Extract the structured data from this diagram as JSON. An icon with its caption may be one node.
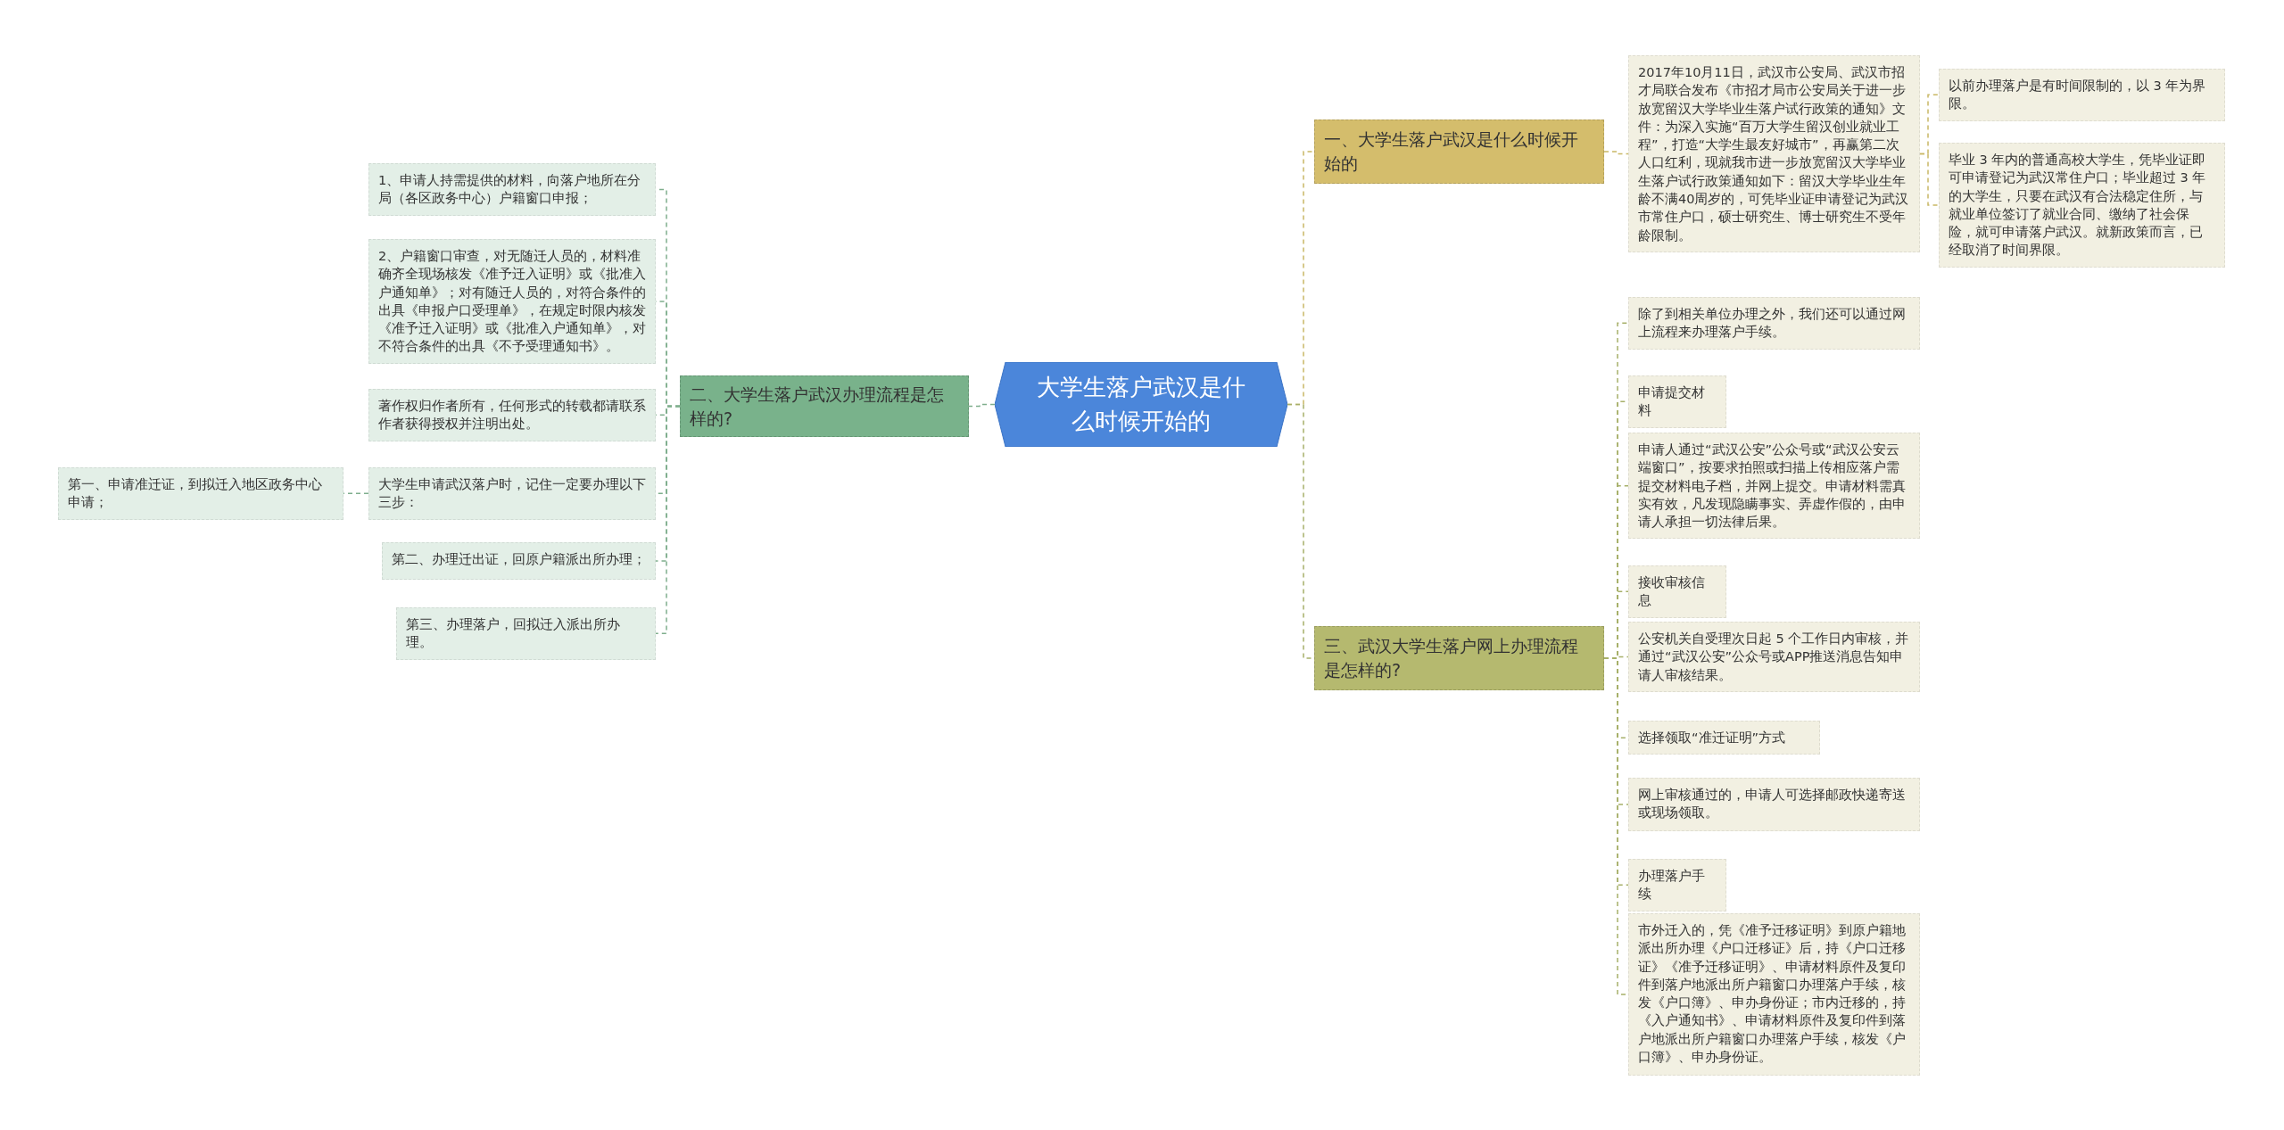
{
  "diagram": {
    "nodes": [
      {
        "text": [
          "大学生落户武汉是什么时候开始的"
        ]
      },
      {
        "text": [
          "一、大学生落户武汉是什么时候开始的"
        ]
      },
      {
        "text": [
          "2017年10月11日，武汉市公安局、武汉市招才局联合发布《市招才局市公安局关于进一步放宽留汉大学毕业生落户试行政策的通知》文件：为深入实施“百万大学生留汉创业就业工程”，打造“大学生最友好城市”，再赢第二次人口红利，现就我市进一步放宽留汉大学毕业生落户试行政策通知如下：留汉大学毕业生年龄不满40周岁的，可凭毕业证申请登记为武汉市常住户口，硕士研究生、博士研究生不受年龄限制。"
        ]
      },
      {
        "text": [
          "以前办理落户是有时间限制的，以 3 年为界限。"
        ]
      },
      {
        "text": [
          "毕业 3 年内的普通高校大学生，凭毕业证即可申请登记为武汉常住户口；毕业超过 3 年的大学生，只要在武汉有合法稳定住所，与就业单位签订了就业合同、缴纳了社会保险，就可申请落户武汉。就新政策而言，已经取消了时间界限。"
        ]
      },
      {
        "text": [
          "二、大学生落户武汉办理流程是怎样的?"
        ]
      },
      {
        "text": [
          "1、申请人持需提供的材料，向落户地所在分局（各区政务中心）户籍窗口申报；"
        ]
      },
      {
        "text": [
          "2、户籍窗口审查，对无随迁人员的，材料准确齐全现场核发《准予迁入证明》或《批准入户通知单》；对有随迁人员的，对符合条件的出具《申报户口受理单》，在规定时限内核发《准予迁入证明》或《批准入户通知单》，对不符合条件的出具《不予受理通知书》。"
        ]
      },
      {
        "text": [
          "著作权归作者所有，任何形式的转载都请联系作者获得授权并注明出处。"
        ]
      },
      {
        "text": [
          "大学生申请武汉落户时，记住一定要办理以下三步："
        ]
      },
      {
        "text": [
          "第一、申请准迁证，到拟迁入地区政务中心申请；"
        ]
      },
      {
        "text": [
          "第二、办理迁出证，回原户籍派出所办理；"
        ]
      },
      {
        "text": [
          "第三、办理落户，回拟迁入派出所办理。"
        ]
      },
      {
        "text": [
          "三、武汉大学生落户网上办理流程是怎样的?"
        ]
      },
      {
        "text": [
          "除了到相关单位办理之外，我们还可以通过网上流程来办理落户手续。"
        ]
      },
      {
        "text": [
          "申请提交材料"
        ]
      },
      {
        "text": [
          "申请人通过“武汉公安”公众号或“武汉公安云端窗口”，按要求拍照或扫描上传相应落户需提交材料电子档，并网上提交。申请材料需真实有效，凡发现隐瞒事实、弄虚作假的，由申请人承担一切法律后果。"
        ]
      },
      {
        "text": [
          "接收审核信息"
        ]
      },
      {
        "text": [
          "公安机关自受理次日起 5 个工作日内审核，并通过“武汉公安”公众号或APP推送消息告知申请人审核结果。"
        ]
      },
      {
        "text": [
          "选择领取“准迁证明”方式"
        ]
      },
      {
        "text": [
          "网上审核通过的，申请人可选择邮政快递寄送或现场领取。"
        ]
      },
      {
        "text": [
          "办理落户手续"
        ]
      },
      {
        "text": [
          "市外迁入的，凭《准予迁移证明》到原户籍地派出所办理《户口迁移证》后，持《户口迁移证》《准予迁移证明》、申请材料原件及复印件到落户地派出所户籍窗口办理落户手续，核发《户口簿》、申办身份证；市内迁移的，持《入户通知书》、申请材料原件及复印件到落户地派出所户籍窗口办理落户手续，核发《户口簿》、申办身份证。"
        ]
      }
    ],
    "edges": [
      {
        "from": 0,
        "to": 1,
        "arrow": "none",
        "color": "#c9b865"
      },
      {
        "from": 0,
        "to": 5,
        "arrow": "none",
        "color": "#7fae8d"
      },
      {
        "from": 0,
        "to": 13,
        "arrow": "none",
        "color": "#a7b06a"
      },
      {
        "from": 1,
        "to": 2,
        "arrow": "none",
        "color": "#c9b865"
      },
      {
        "from": 2,
        "to": 3,
        "arrow": "none",
        "color": "#c9b865"
      },
      {
        "from": 2,
        "to": 4,
        "arrow": "none",
        "color": "#c9b865"
      },
      {
        "from": 5,
        "to": 6,
        "arrow": "none",
        "color": "#7fae8d"
      },
      {
        "from": 5,
        "to": 7,
        "arrow": "none",
        "color": "#7fae8d"
      },
      {
        "from": 5,
        "to": 8,
        "arrow": "none",
        "color": "#7fae8d"
      },
      {
        "from": 5,
        "to": 9,
        "arrow": "none",
        "color": "#7fae8d"
      },
      {
        "from": 9,
        "to": 10,
        "arrow": "none",
        "color": "#7fae8d"
      },
      {
        "from": 5,
        "to": 11,
        "arrow": "none",
        "color": "#7fae8d"
      },
      {
        "from": 5,
        "to": 12,
        "arrow": "none",
        "color": "#7fae8d"
      },
      {
        "from": 13,
        "to": 14,
        "arrow": "none",
        "color": "#a7b06a"
      },
      {
        "from": 13,
        "to": 15,
        "arrow": "none",
        "color": "#a7b06a"
      },
      {
        "from": 13,
        "to": 16,
        "arrow": "none",
        "color": "#a7b06a"
      },
      {
        "from": 13,
        "to": 17,
        "arrow": "none",
        "color": "#a7b06a"
      },
      {
        "from": 13,
        "to": 18,
        "arrow": "none",
        "color": "#a7b06a"
      },
      {
        "from": 13,
        "to": 19,
        "arrow": "none",
        "color": "#a7b06a"
      },
      {
        "from": 13,
        "to": 20,
        "arrow": "none",
        "color": "#a7b06a"
      },
      {
        "from": 13,
        "to": 21,
        "arrow": "none",
        "color": "#a7b06a"
      },
      {
        "from": 13,
        "to": 22,
        "arrow": "none",
        "color": "#a7b06a"
      }
    ]
  }
}
